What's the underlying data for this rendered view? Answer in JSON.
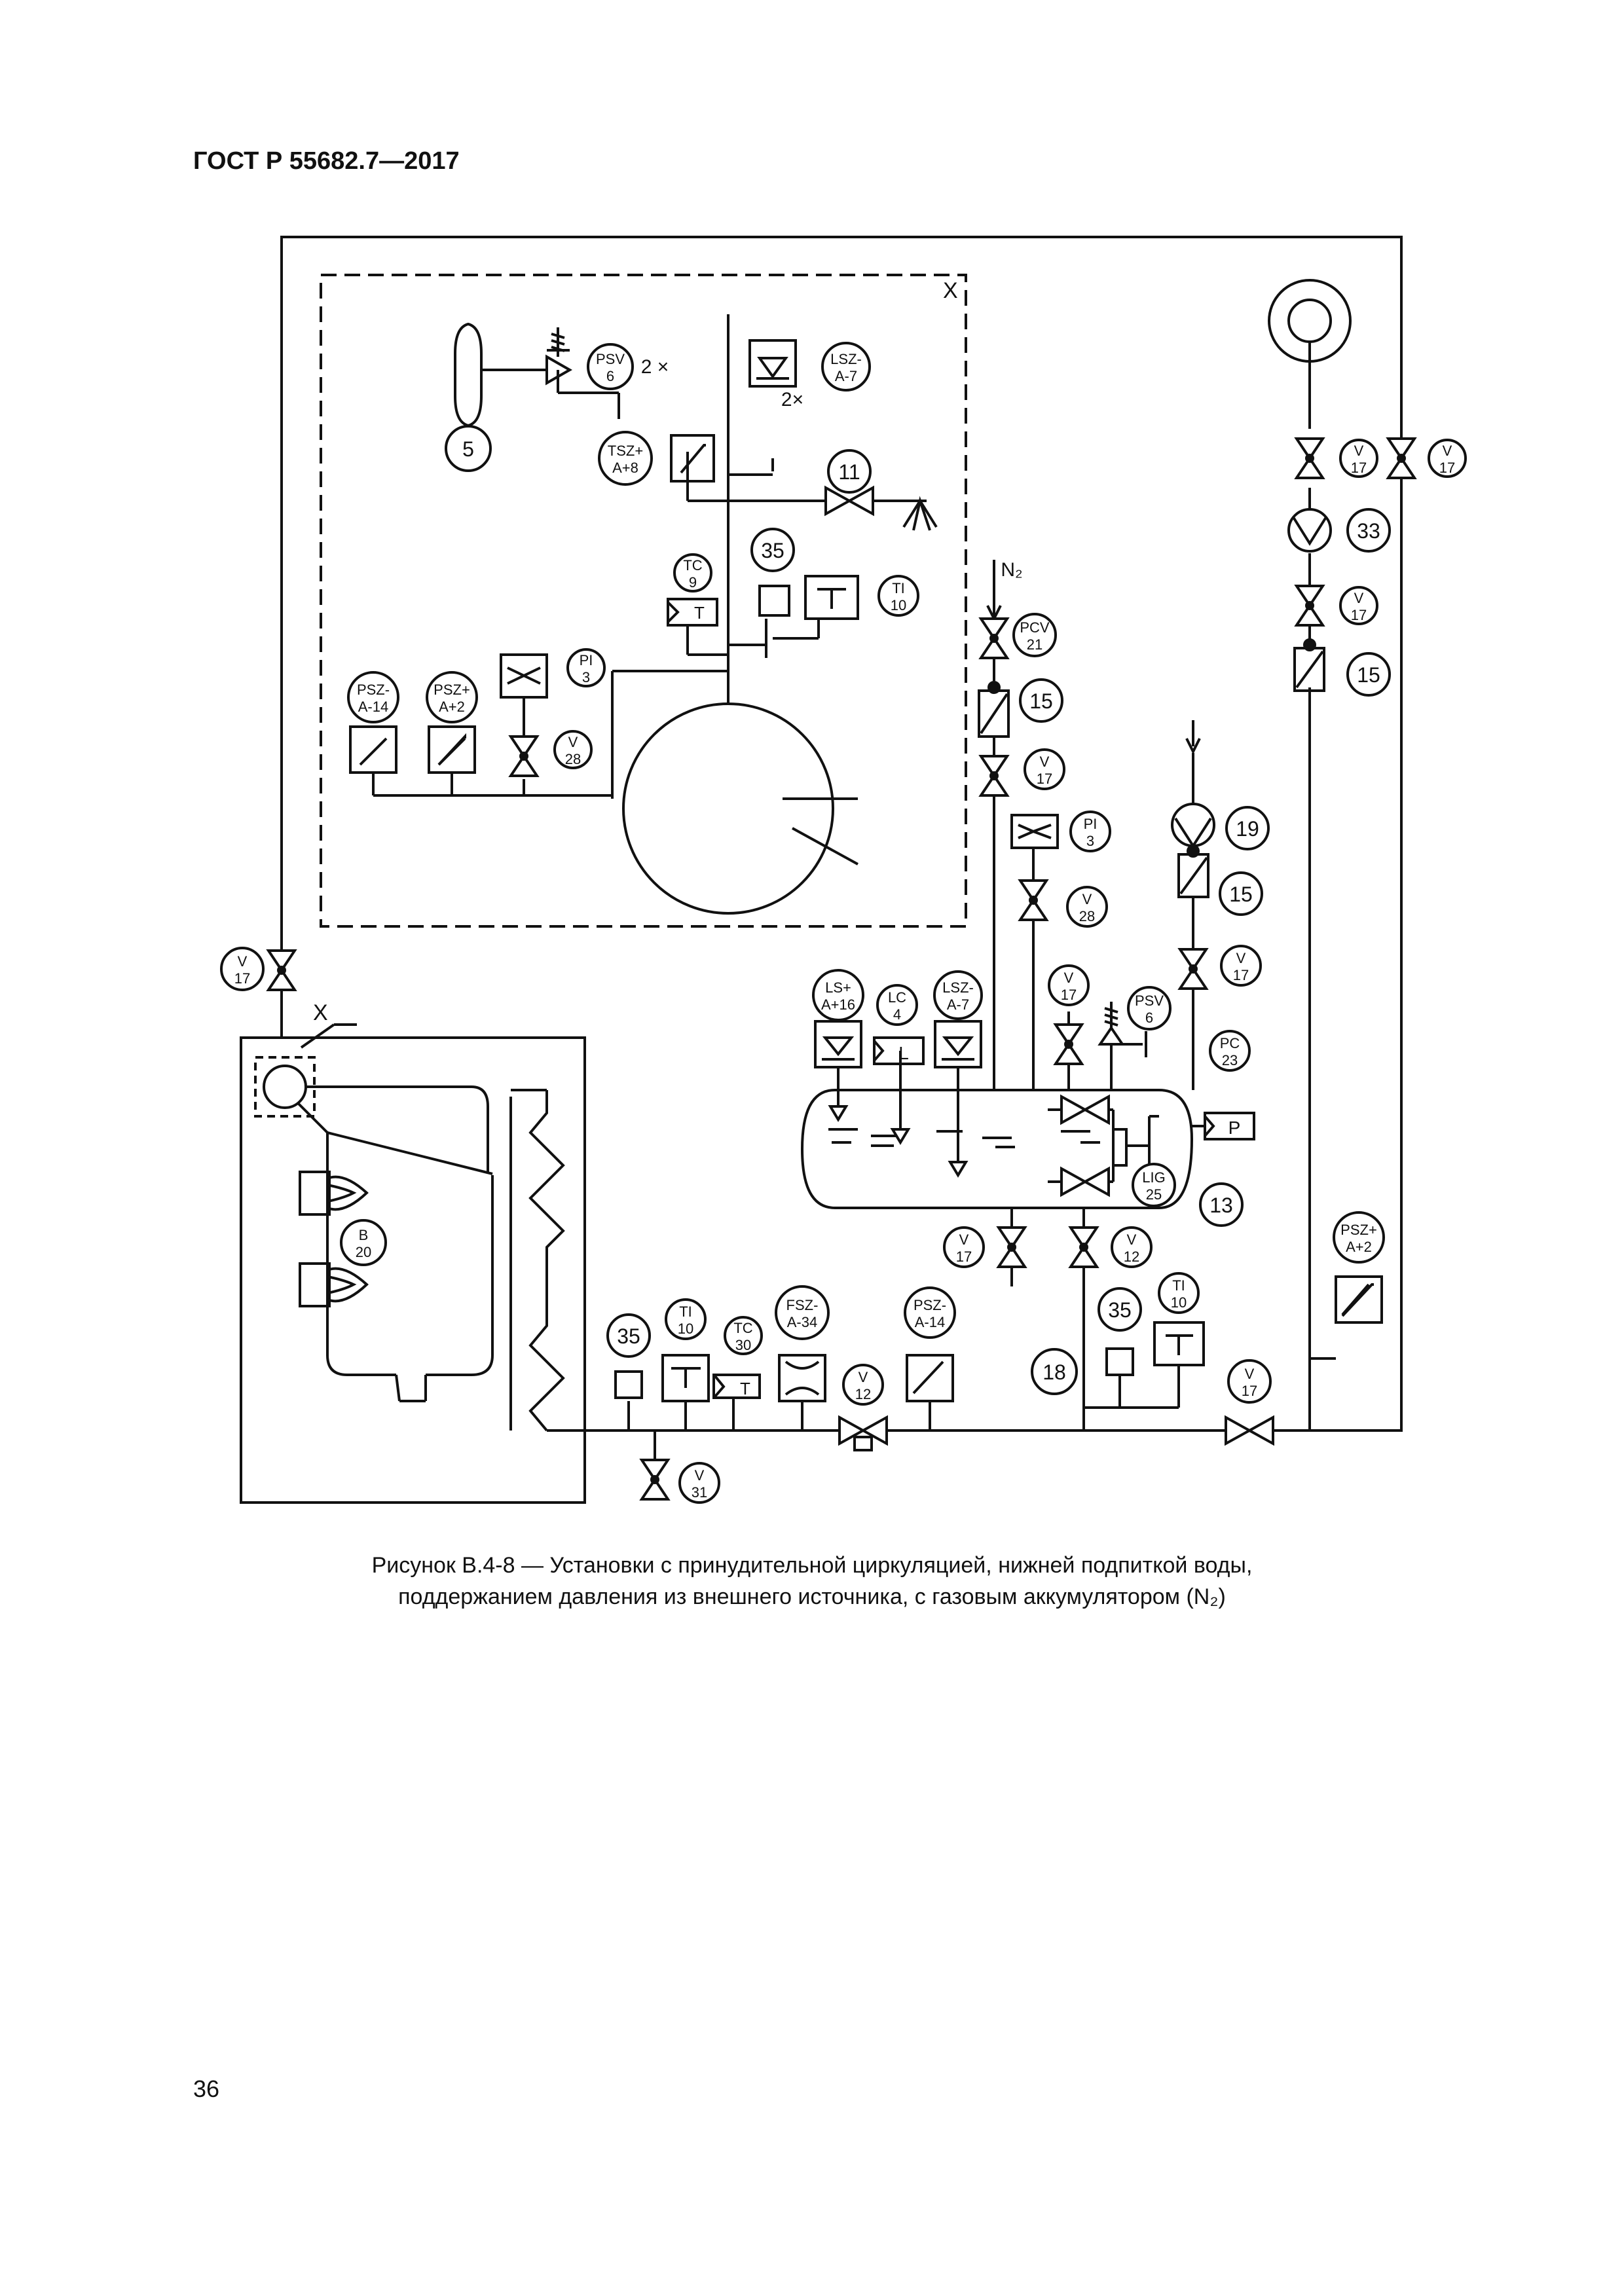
{
  "header": {
    "title": "ГОСТ Р 55682.7—2017"
  },
  "page_number": "36",
  "caption": {
    "line1": "Рисунок В.4-8 — Установки с принудительной циркуляцией, нижней подпиткой воды,",
    "line2": "поддержанием давления из внешнего источника, с газовым аккумулятором (N₂)"
  },
  "labels": {
    "x_marker": "X",
    "two_x": "2 ×",
    "two_x_b": "2×",
    "n2": "N₂"
  },
  "instruments": {
    "psv6": [
      "PSV",
      "6"
    ],
    "lsza7": [
      "LSZ-",
      "A-7"
    ],
    "tsza8": [
      "TSZ+",
      "A+8"
    ],
    "tc9": [
      "TC",
      "9"
    ],
    "ti10": [
      "TI",
      "10"
    ],
    "psza14": [
      "PSZ-",
      "A-14"
    ],
    "psza2": [
      "PSZ+",
      "A+2"
    ],
    "pi3": [
      "PI",
      "3"
    ],
    "v28": [
      "V",
      "28"
    ],
    "v17": [
      "V",
      "17"
    ],
    "pcv21": [
      "PCV",
      "21"
    ],
    "lsa16": [
      "LS+",
      "A+16"
    ],
    "lc4": [
      "LC",
      "4"
    ],
    "pc23": [
      "PC",
      "23"
    ],
    "lig25": [
      "LIG",
      "25"
    ],
    "v12": [
      "V",
      "12"
    ],
    "b20": [
      "B",
      "20"
    ],
    "tc30": [
      "TC",
      "30"
    ],
    "fsza34": [
      "FSZ-",
      "A-34"
    ],
    "v31": [
      "V",
      "31"
    ]
  },
  "item_numbers": {
    "n5": "5",
    "n11": "11",
    "n35": "35",
    "n15": "15",
    "n33": "33",
    "n19": "19",
    "n13": "13",
    "n18": "18"
  },
  "symbol_letters": {
    "t": "T",
    "l": "L",
    "p": "P"
  }
}
